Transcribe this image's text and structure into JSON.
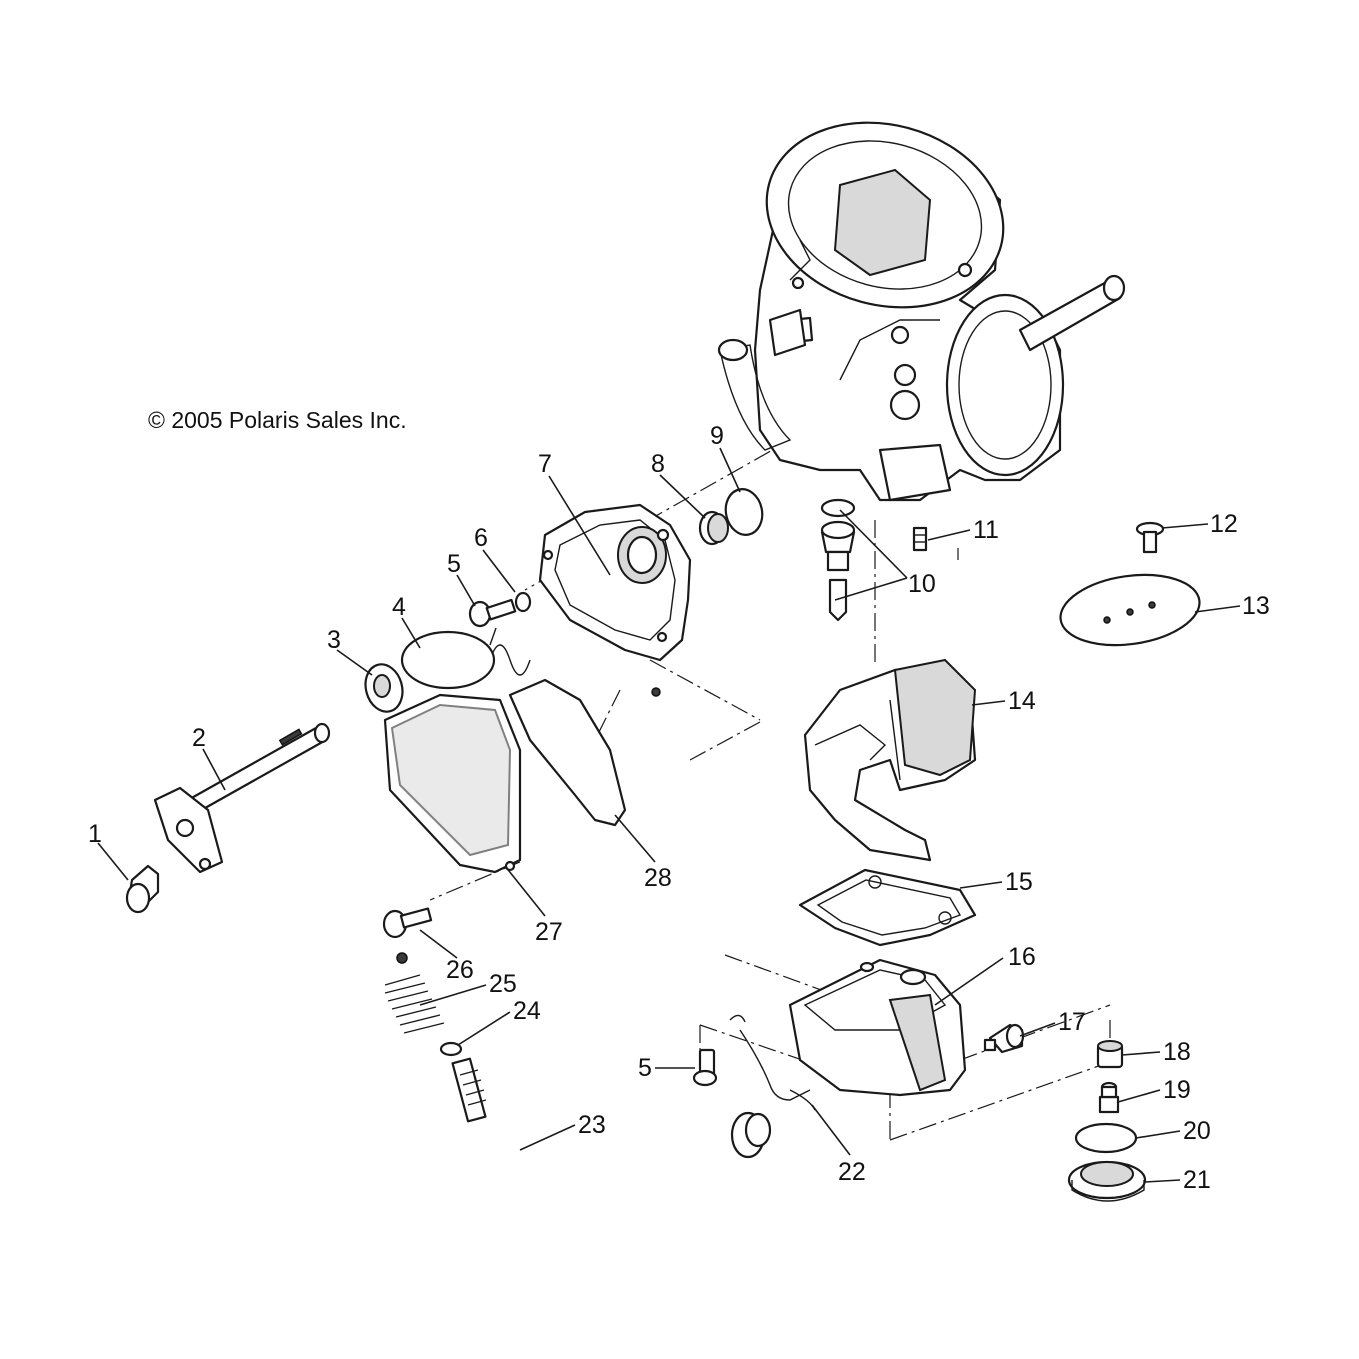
{
  "copyright": "© 2005 Polaris Sales Inc.",
  "callouts": {
    "c1": "1",
    "c2": "2",
    "c3": "3",
    "c4": "4",
    "c5a": "5",
    "c5b": "5",
    "c6": "6",
    "c7": "7",
    "c8": "8",
    "c9": "9",
    "c10": "10",
    "c11": "11",
    "c12": "12",
    "c13": "13",
    "c14": "14",
    "c15": "15",
    "c16": "16",
    "c17": "17",
    "c18": "18",
    "c19": "19",
    "c20": "20",
    "c21": "21",
    "c22": "22",
    "c23": "23",
    "c24": "24",
    "c25": "25",
    "c26": "26",
    "c27": "27",
    "c28": "28"
  }
}
